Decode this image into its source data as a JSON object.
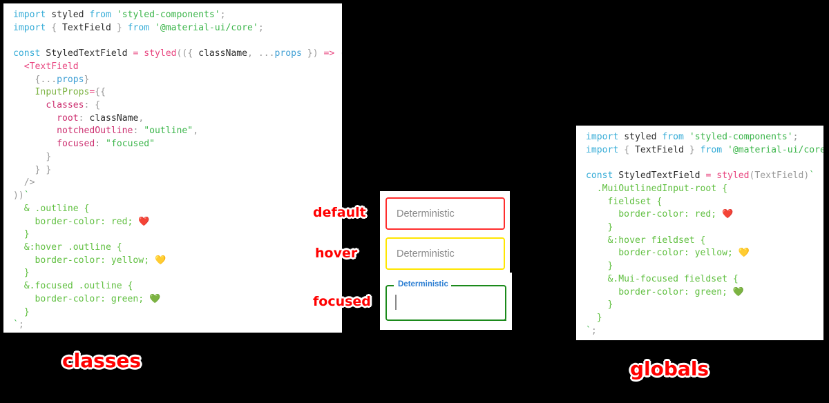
{
  "background_color": "#000000",
  "annotations": {
    "states": [
      {
        "name": "default-label",
        "text": "default"
      },
      {
        "name": "hover-label",
        "text": "hover"
      },
      {
        "name": "focused-label",
        "text": "focused"
      }
    ],
    "approach_left": "classes",
    "approach_right": "globals",
    "color": "#ff0000"
  },
  "preview": {
    "default_field": {
      "value": "Deterministic",
      "border_color": "#ff2d2d"
    },
    "hover_field": {
      "value": "Deterministic",
      "border_color": "#ffe600"
    },
    "focused_field": {
      "label": "Deterministic",
      "value": "",
      "border_color": "#1b8a1b",
      "label_color": "#2d7fd3"
    }
  },
  "panel_classes": {
    "title": "classes",
    "lines": [
      [
        {
          "t": "import",
          "c": "t-kw"
        },
        {
          "t": " styled ",
          "c": "t-plain"
        },
        {
          "t": "from",
          "c": "t-kw"
        },
        {
          "t": " ",
          "c": "t-plain"
        },
        {
          "t": "'styled-components'",
          "c": "t-str"
        },
        {
          "t": ";",
          "c": "t-punct"
        }
      ],
      [
        {
          "t": "import",
          "c": "t-kw"
        },
        {
          "t": " ",
          "c": "t-plain"
        },
        {
          "t": "{",
          "c": "t-punct"
        },
        {
          "t": " TextField ",
          "c": "t-plain"
        },
        {
          "t": "}",
          "c": "t-punct"
        },
        {
          "t": " ",
          "c": "t-plain"
        },
        {
          "t": "from",
          "c": "t-kw"
        },
        {
          "t": " ",
          "c": "t-plain"
        },
        {
          "t": "'@material-ui/core'",
          "c": "t-str"
        },
        {
          "t": ";",
          "c": "t-punct"
        }
      ],
      [],
      [
        {
          "t": "const",
          "c": "t-kw"
        },
        {
          "t": " StyledTextField ",
          "c": "t-plain"
        },
        {
          "t": "=",
          "c": "t-op"
        },
        {
          "t": " ",
          "c": "t-plain"
        },
        {
          "t": "styled",
          "c": "t-fn"
        },
        {
          "t": "((",
          "c": "t-punct"
        },
        {
          "t": "{",
          "c": "t-punct"
        },
        {
          "t": " className",
          "c": "t-plain"
        },
        {
          "t": ",",
          "c": "t-punct"
        },
        {
          "t": " ",
          "c": "t-plain"
        },
        {
          "t": "...",
          "c": "t-punct"
        },
        {
          "t": "props",
          "c": "t-var"
        },
        {
          "t": " ",
          "c": "t-plain"
        },
        {
          "t": "}",
          "c": "t-punct"
        },
        {
          "t": ") ",
          "c": "t-punct"
        },
        {
          "t": "=>",
          "c": "t-op"
        },
        {
          "t": " (",
          "c": "t-punct"
        }
      ],
      [
        {
          "t": "  ",
          "c": "t-plain"
        },
        {
          "t": "<TextField",
          "c": "t-fn"
        }
      ],
      [
        {
          "t": "    ",
          "c": "t-plain"
        },
        {
          "t": "{",
          "c": "t-punct"
        },
        {
          "t": "...",
          "c": "t-punct"
        },
        {
          "t": "props",
          "c": "t-var"
        },
        {
          "t": "}",
          "c": "t-punct"
        }
      ],
      [
        {
          "t": "    ",
          "c": "t-plain"
        },
        {
          "t": "InputProps",
          "c": "t-attr"
        },
        {
          "t": "=",
          "c": "t-op"
        },
        {
          "t": "{{",
          "c": "t-punct"
        }
      ],
      [
        {
          "t": "      ",
          "c": "t-plain"
        },
        {
          "t": "classes",
          "c": "t-prop"
        },
        {
          "t": ":",
          "c": "t-punct"
        },
        {
          "t": " ",
          "c": "t-plain"
        },
        {
          "t": "{",
          "c": "t-punct"
        }
      ],
      [
        {
          "t": "        ",
          "c": "t-plain"
        },
        {
          "t": "root",
          "c": "t-prop"
        },
        {
          "t": ":",
          "c": "t-punct"
        },
        {
          "t": " className",
          "c": "t-plain"
        },
        {
          "t": ",",
          "c": "t-punct"
        }
      ],
      [
        {
          "t": "        ",
          "c": "t-plain"
        },
        {
          "t": "notchedOutline",
          "c": "t-prop"
        },
        {
          "t": ":",
          "c": "t-punct"
        },
        {
          "t": " ",
          "c": "t-plain"
        },
        {
          "t": "\"outline\"",
          "c": "t-str"
        },
        {
          "t": ",",
          "c": "t-punct"
        }
      ],
      [
        {
          "t": "        ",
          "c": "t-plain"
        },
        {
          "t": "focused",
          "c": "t-prop"
        },
        {
          "t": ":",
          "c": "t-punct"
        },
        {
          "t": " ",
          "c": "t-plain"
        },
        {
          "t": "\"focused\"",
          "c": "t-str"
        }
      ],
      [
        {
          "t": "      ",
          "c": "t-plain"
        },
        {
          "t": "}",
          "c": "t-punct"
        }
      ],
      [
        {
          "t": "    ",
          "c": "t-plain"
        },
        {
          "t": "} }",
          "c": "t-punct"
        }
      ],
      [
        {
          "t": "  ",
          "c": "t-plain"
        },
        {
          "t": "/>",
          "c": "t-punct"
        }
      ],
      [
        {
          "t": "))",
          "c": "t-punct"
        },
        {
          "t": "`",
          "c": "t-tmpl"
        }
      ],
      [
        {
          "t": "  & .outline {",
          "c": "t-css"
        }
      ],
      [
        {
          "t": "    border-color: red; ",
          "c": "t-css"
        },
        {
          "t": "❤️",
          "c": "emoji"
        }
      ],
      [
        {
          "t": "  }",
          "c": "t-css"
        }
      ],
      [
        {
          "t": "  &:hover .outline {",
          "c": "t-css"
        }
      ],
      [
        {
          "t": "    border-color: yellow; ",
          "c": "t-css"
        },
        {
          "t": "💛",
          "c": "emoji"
        }
      ],
      [
        {
          "t": "  }",
          "c": "t-css"
        }
      ],
      [
        {
          "t": "  &.focused .outline {",
          "c": "t-css"
        }
      ],
      [
        {
          "t": "    border-color: green; ",
          "c": "t-css"
        },
        {
          "t": "💚",
          "c": "emoji"
        }
      ],
      [
        {
          "t": "  }",
          "c": "t-css"
        }
      ],
      [
        {
          "t": "`",
          "c": "t-tmpl"
        },
        {
          "t": ";",
          "c": "t-punct"
        }
      ]
    ]
  },
  "panel_globals": {
    "title": "globals",
    "lines": [
      [
        {
          "t": "import",
          "c": "t-kw"
        },
        {
          "t": " styled ",
          "c": "t-plain"
        },
        {
          "t": "from",
          "c": "t-kw"
        },
        {
          "t": " ",
          "c": "t-plain"
        },
        {
          "t": "'styled-components'",
          "c": "t-str"
        },
        {
          "t": ";",
          "c": "t-punct"
        }
      ],
      [
        {
          "t": "import",
          "c": "t-kw"
        },
        {
          "t": " ",
          "c": "t-plain"
        },
        {
          "t": "{",
          "c": "t-punct"
        },
        {
          "t": " TextField ",
          "c": "t-plain"
        },
        {
          "t": "}",
          "c": "t-punct"
        },
        {
          "t": " ",
          "c": "t-plain"
        },
        {
          "t": "from",
          "c": "t-kw"
        },
        {
          "t": " ",
          "c": "t-plain"
        },
        {
          "t": "'@material-ui/core'",
          "c": "t-str"
        },
        {
          "t": ";",
          "c": "t-punct"
        }
      ],
      [],
      [
        {
          "t": "const",
          "c": "t-kw"
        },
        {
          "t": " StyledTextField ",
          "c": "t-plain"
        },
        {
          "t": "=",
          "c": "t-op"
        },
        {
          "t": " ",
          "c": "t-plain"
        },
        {
          "t": "styled",
          "c": "t-fn"
        },
        {
          "t": "(TextField)",
          "c": "t-punct"
        },
        {
          "t": "`",
          "c": "t-tmpl"
        }
      ],
      [
        {
          "t": "  .MuiOutlinedInput-root {",
          "c": "t-css"
        }
      ],
      [
        {
          "t": "    fieldset {",
          "c": "t-css"
        }
      ],
      [
        {
          "t": "      border-color: red; ",
          "c": "t-css"
        },
        {
          "t": "❤️",
          "c": "emoji"
        }
      ],
      [
        {
          "t": "    }",
          "c": "t-css"
        }
      ],
      [
        {
          "t": "    &:hover fieldset {",
          "c": "t-css"
        }
      ],
      [
        {
          "t": "      border-color: yellow; ",
          "c": "t-css"
        },
        {
          "t": "💛",
          "c": "emoji"
        }
      ],
      [
        {
          "t": "    }",
          "c": "t-css"
        }
      ],
      [
        {
          "t": "    &.Mui-focused fieldset {",
          "c": "t-css"
        }
      ],
      [
        {
          "t": "      border-color: green; ",
          "c": "t-css"
        },
        {
          "t": "💚",
          "c": "emoji"
        }
      ],
      [
        {
          "t": "    }",
          "c": "t-css"
        }
      ],
      [
        {
          "t": "  }",
          "c": "t-css"
        }
      ],
      [
        {
          "t": "`",
          "c": "t-tmpl"
        },
        {
          "t": ";",
          "c": "t-punct"
        }
      ]
    ]
  }
}
